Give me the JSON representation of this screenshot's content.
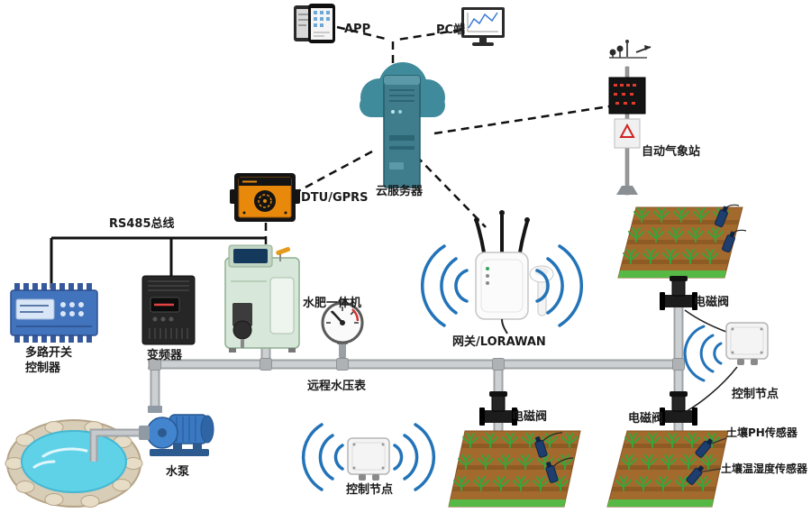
{
  "diagram": {
    "labels": {
      "app": "APP",
      "pc": "PC端",
      "cloud_server": "云服务器",
      "dtu": "DTU/GPRS",
      "rs485_bus": "RS485总线",
      "multi_switch_l1": "多路开关",
      "multi_switch_l2": "控制器",
      "vfd": "变频器",
      "fert_machine": "水肥一体机",
      "pressure_gauge": "远程水压表",
      "gateway": "网关/LORAWAN",
      "weather_station": "自动气象站",
      "valve": "电磁阀",
      "control_node": "控制节点",
      "soil_ph": "土壤PH传感器",
      "soil_th": "土壤温湿度传感器",
      "pump": "水泵"
    },
    "colors": {
      "cloud": "#3f8a9b",
      "dtu_orange": "#e8890c",
      "controller_blue": "#4273bd",
      "machine_green": "#d7e7d9",
      "wifi_blue": "#2273b8",
      "pipe_gray": "#ccd0d2",
      "field_brown": "#a36a2e",
      "grass_green": "#56b845",
      "water_cyan": "#5fd2e8"
    },
    "icons": {
      "phone": "smartphone-icon",
      "monitor": "pc-monitor-icon",
      "cloud": "cloud-server-icon",
      "wifi": "wifi-waves-icon"
    }
  }
}
